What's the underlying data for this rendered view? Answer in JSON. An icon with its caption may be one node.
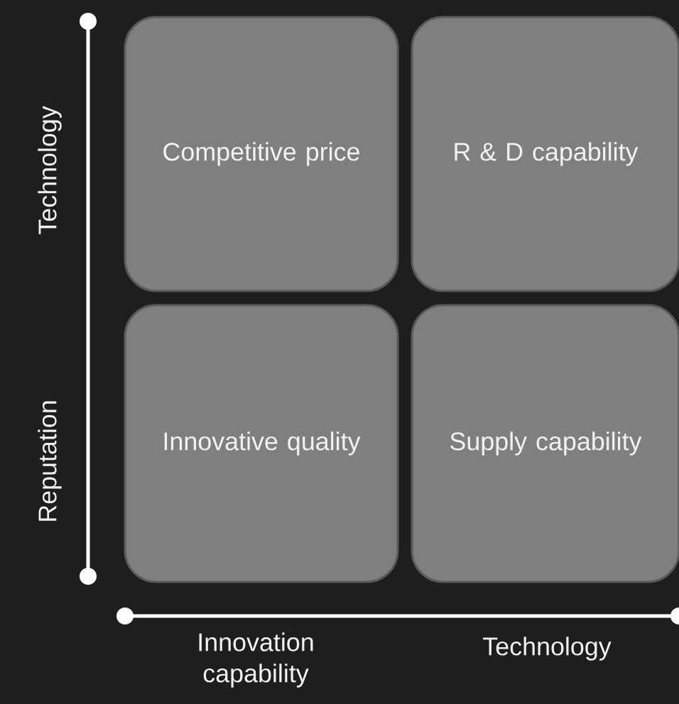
{
  "diagram": {
    "nodes": [
      {
        "text": [
          "Competitive price"
        ]
      },
      {
        "text": [
          "R & D capability"
        ]
      },
      {
        "text": [
          "Innovative quality"
        ]
      },
      {
        "text": [
          "Supply capability"
        ]
      }
    ],
    "labels": [
      "Technology",
      "Reputation",
      "Innovation capability",
      "Technology"
    ]
  }
}
